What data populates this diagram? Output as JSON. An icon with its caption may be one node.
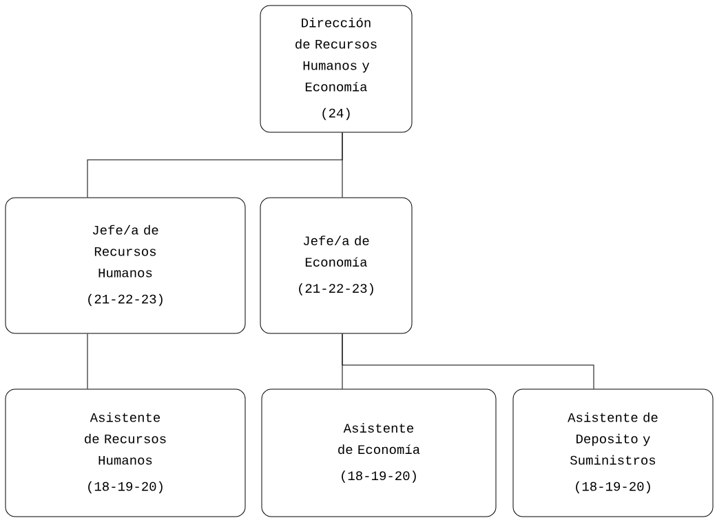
{
  "diagram": {
    "nodes": [
      {
        "text": [
          "Dirección de Recursos Humanos y Economía",
          "(24)"
        ]
      },
      {
        "text": [
          "Jefe/a de Recursos Humanos",
          "(21-22-23)"
        ]
      },
      {
        "text": [
          "Jefe/a de Economía",
          "(21-22-23)"
        ]
      },
      {
        "text": [
          "Asistente de Recursos Humanos",
          "(18-19-20)"
        ]
      },
      {
        "text": [
          "Asistente de Economía",
          "(18-19-20)"
        ]
      },
      {
        "text": [
          "Asistente de Deposito y Suministros",
          "(18-19-20)"
        ]
      }
    ],
    "edges": [
      {
        "from": 0,
        "to": 1,
        "arrow": "none"
      },
      {
        "from": 0,
        "to": 2,
        "arrow": "none"
      },
      {
        "from": 1,
        "to": 3,
        "arrow": "none"
      },
      {
        "from": 2,
        "to": 4,
        "arrow": "none"
      },
      {
        "from": 2,
        "to": 5,
        "arrow": "none"
      }
    ]
  }
}
